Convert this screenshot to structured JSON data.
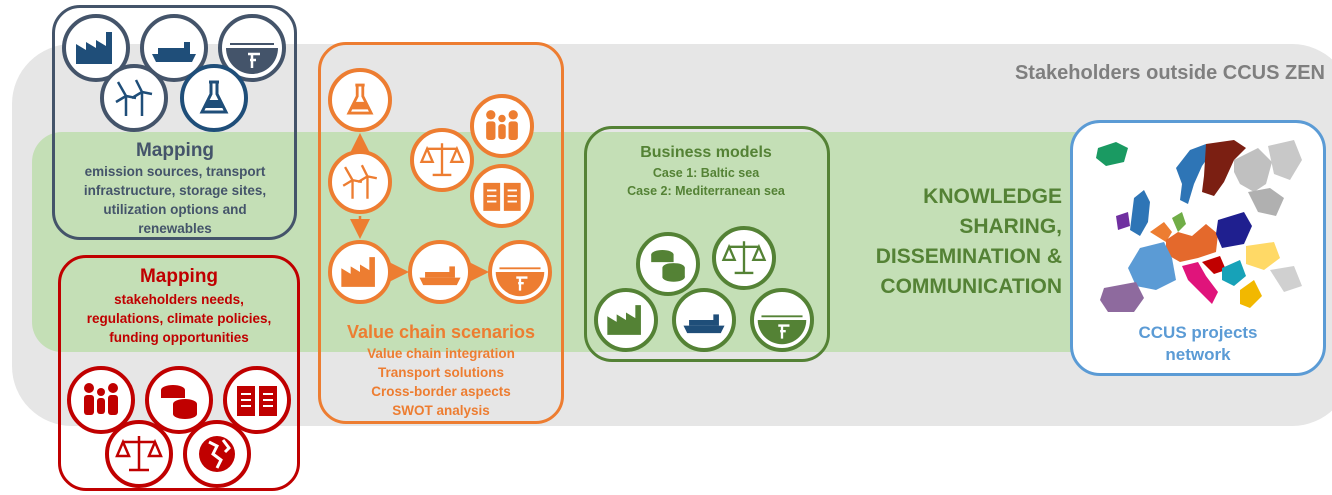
{
  "stakeholders_outside": "Stakeholders outside CCUS ZEN",
  "mapping_blue": {
    "title": "Mapping",
    "lines": [
      "emission sources, transport",
      "infrastructure, storage sites,",
      "utilization options and",
      "renewables"
    ]
  },
  "mapping_red": {
    "title": "Mapping",
    "lines": [
      "stakeholders needs,",
      "regulations, climate policies,",
      "funding opportunities"
    ]
  },
  "value_chain": {
    "title": "Value chain scenarios",
    "lines": [
      "Value chain integration",
      "Transport solutions",
      "Cross-border aspects",
      "SWOT analysis"
    ]
  },
  "business_models": {
    "title": "Business models",
    "lines": [
      "Case 1: Baltic sea",
      "Case 2: Mediterranean sea"
    ]
  },
  "knowledge": {
    "lines": [
      "KNOWLEDGE",
      "SHARING,",
      "DISSEMINATION &",
      "COMMUNICATION"
    ]
  },
  "network": {
    "lines": [
      "CCUS projects",
      "network"
    ]
  },
  "colors": {
    "navy": "#44546a",
    "icon_navy": "#1f4e79",
    "orange": "#ed7d31",
    "green": "#548235",
    "red": "#c00000",
    "light_blue": "#5b9bd5",
    "gray_text": "#7f7f7f"
  }
}
